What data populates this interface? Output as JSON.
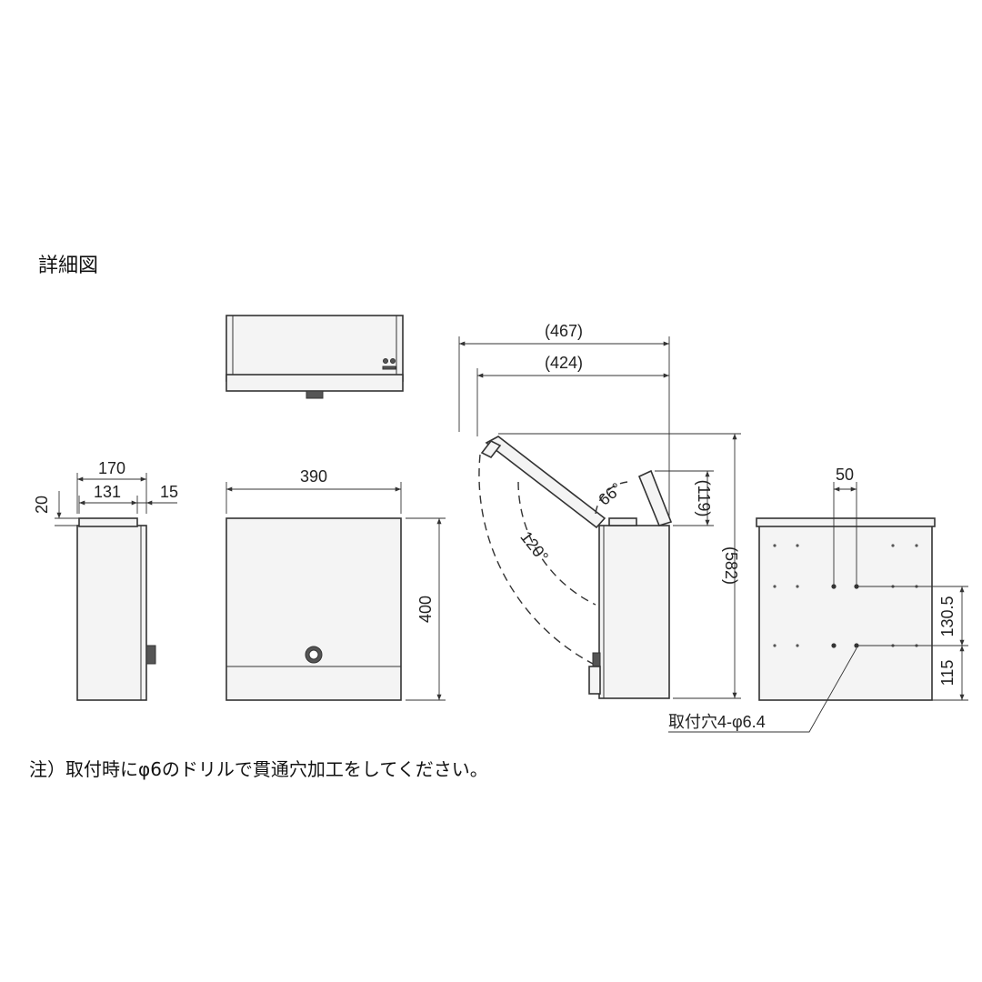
{
  "title": "詳細図",
  "note": "注）取付時にφ6のドリルで貫通穴加工をしてください。",
  "side_view": {
    "width_total": "170",
    "width_inner": "131",
    "lid_offset": "15",
    "top_height": "20"
  },
  "front_view": {
    "width": "390",
    "height": "400"
  },
  "open_view": {
    "width_outer": "(467)",
    "width_inner": "(424)",
    "height_total": "(582)",
    "lid_height": "(119)",
    "angle_open": "66°",
    "angle_swing": "120°"
  },
  "back_view": {
    "hole_spacing": "50",
    "hole_pitch_v": "130.5",
    "hole_bottom": "115",
    "hole_label": "取付穴4-φ6.4"
  }
}
